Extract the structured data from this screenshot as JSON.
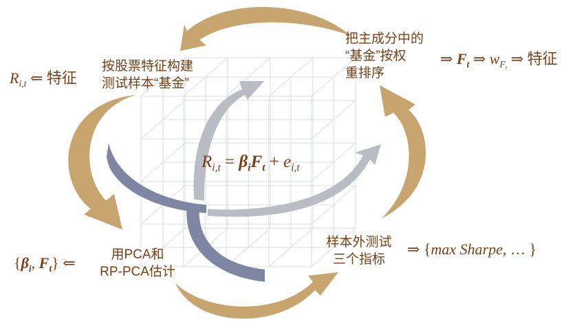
{
  "colors": {
    "text": "#7a3f14",
    "gold_arrow": "#c8a46f",
    "navy_arrow": "#7f86a4",
    "gray_arrow": "#b9bcc2",
    "grid": "#dadde2"
  },
  "nodes": {
    "top_left": {
      "line1": "按股票特征构建",
      "line2": "测试样本“基金”"
    },
    "top_right": {
      "line1": "把主成分中的",
      "line2": "“基金”按权",
      "line3": "重排序"
    },
    "bottom_left": {
      "line1": "用PCA和",
      "line2": "RP-PCA估计"
    },
    "bottom_right": {
      "line1": "样本外测试",
      "line2": "三个指标"
    }
  },
  "formulas": {
    "left_top": {
      "var": "R",
      "sub": "i,t",
      "rest": "⇐ 特征"
    },
    "right_top": {
      "arrow1": "⇒",
      "F": "F",
      "F_sub": "t",
      "arrow2": "⇒",
      "w": "w",
      "w_sub": "F",
      "w_subsub": "t",
      "arrow3": "⇒",
      "tail": "特征"
    },
    "center": {
      "R": "R",
      "R_sub": "i,t",
      "eq": "=",
      "beta": "β",
      "beta_sub": "i",
      "F": "F",
      "F_sub": "t",
      "plus": "+",
      "e": "e",
      "e_sub": "i,t"
    },
    "left_bottom": {
      "open": "{",
      "beta": "β",
      "beta_sub": "i",
      "comma": ",",
      "F": "F",
      "F_sub": "t",
      "close": "}",
      "arrow": "⇐"
    },
    "right_bottom": {
      "arrow": "⇒",
      "open": "{",
      "text": "max Sharpe",
      "tail": ", … }"
    }
  }
}
